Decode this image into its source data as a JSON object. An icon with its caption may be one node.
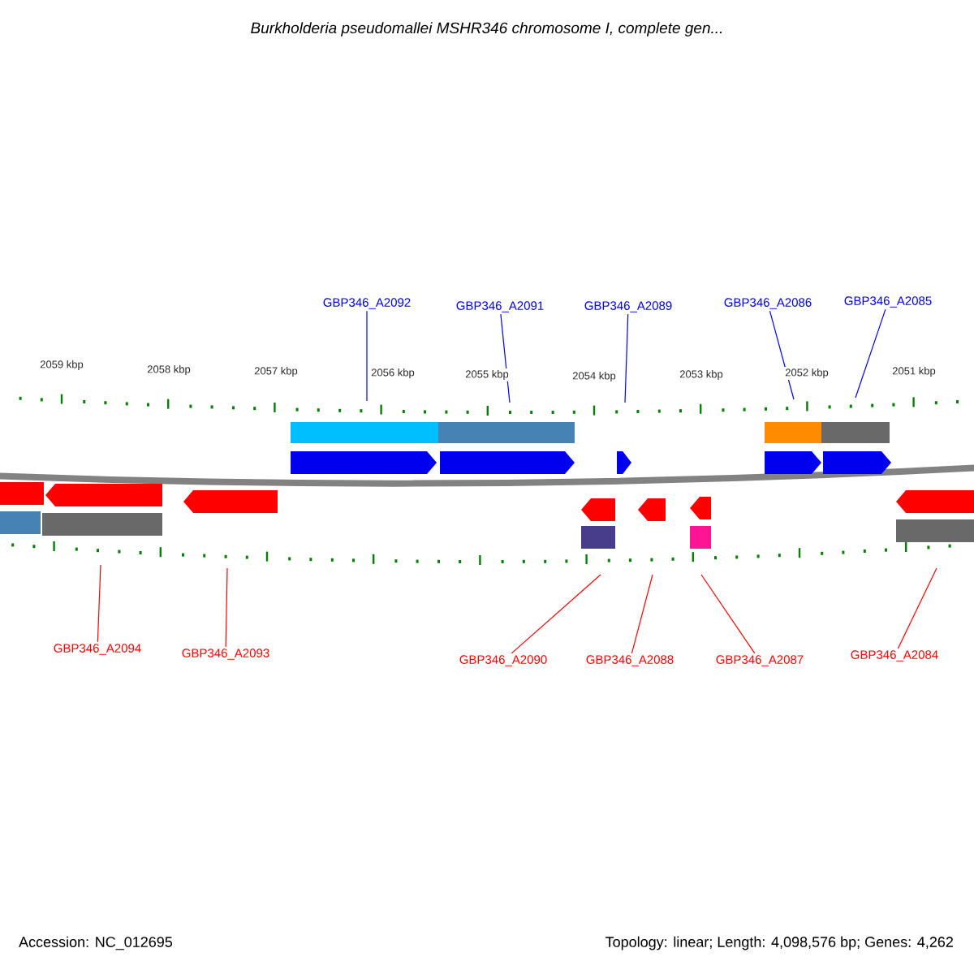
{
  "diagram": {
    "title": "Burkholderia pseudomallei MSHR346 chromosome I, complete gen...",
    "nodes": [
      {
        "text": [
          "GBP346_A2092"
        ]
      },
      {
        "text": [
          "GBP346_A2091"
        ]
      },
      {
        "text": [
          "GBP346_A2089"
        ]
      },
      {
        "text": [
          "GBP346_A2086"
        ]
      },
      {
        "text": [
          "GBP346_A2085"
        ]
      },
      {
        "text": [
          "GBP346_A2094"
        ]
      },
      {
        "text": [
          "GBP346_A2093"
        ]
      },
      {
        "text": [
          "GBP346_A2090"
        ]
      },
      {
        "text": [
          "GBP346_A2088"
        ]
      },
      {
        "text": [
          "GBP346_A2087"
        ]
      },
      {
        "text": [
          "GBP346_A2084"
        ]
      }
    ],
    "edges": [
      {
        "from": 0,
        "to": null,
        "arrow": "none",
        "color": "#0000ff"
      },
      {
        "from": 1,
        "to": null,
        "arrow": "none",
        "color": "#0000ff"
      },
      {
        "from": 2,
        "to": null,
        "arrow": "none",
        "color": "#0000ff"
      },
      {
        "from": 3,
        "to": null,
        "arrow": "none",
        "color": "#0000ff"
      },
      {
        "from": 4,
        "to": null,
        "arrow": "none",
        "color": "#0000ff"
      },
      {
        "from": 5,
        "to": null,
        "arrow": "none"
      },
      {
        "from": 6,
        "to": null,
        "arrow": "none"
      },
      {
        "from": 7,
        "to": null,
        "arrow": "none"
      },
      {
        "from": 8,
        "to": null,
        "arrow": "none"
      },
      {
        "from": 9,
        "to": null,
        "arrow": "none"
      },
      {
        "from": 10,
        "to": null,
        "arrow": "none"
      }
    ],
    "labels": [
      "2059 kbp",
      "2058 kbp",
      "2057 kbp",
      "2056 kbp",
      "2055 kbp",
      "2054 kbp",
      "2053 kbp",
      "2052 kbp",
      "2051 kbp",
      "Accession: NC_012695",
      "Topology: linear; Length: 4,098,576 bp; Genes: 4,262"
    ]
  }
}
